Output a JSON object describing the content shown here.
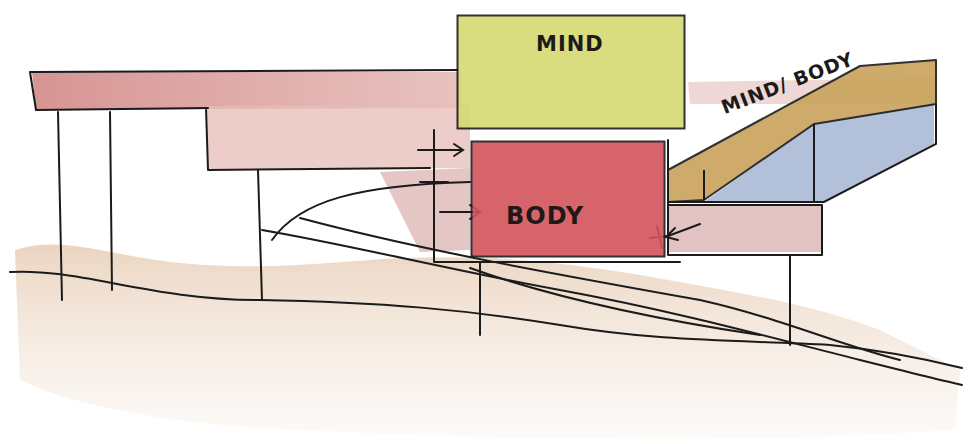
{
  "diagram": {
    "nodes": [
      {
        "text": [
          "MIND"
        ]
      },
      {
        "text": [
          "BODY"
        ]
      },
      {
        "text": [
          "MIND/ BODY"
        ]
      }
    ]
  }
}
